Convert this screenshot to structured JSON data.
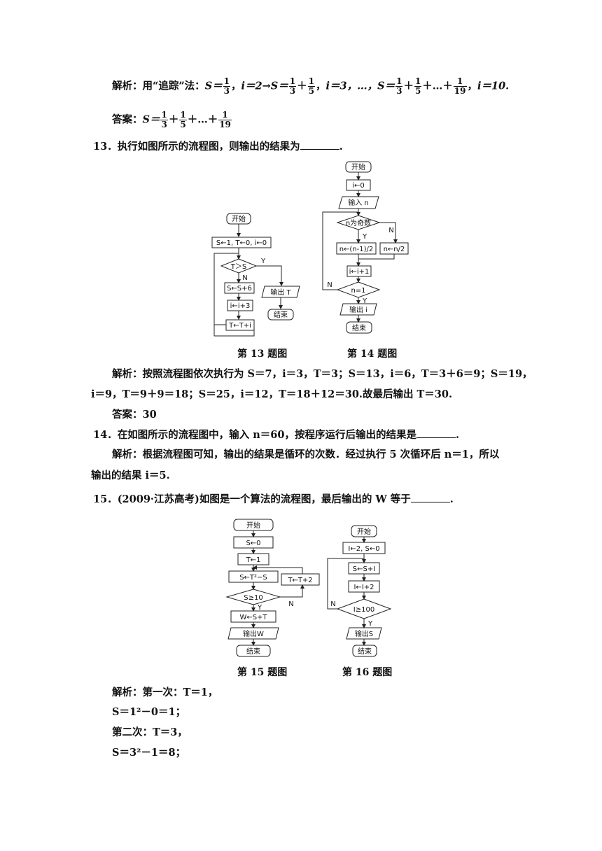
{
  "p12": {
    "label": "解析：",
    "method": "用“追踪”法：",
    "s_eq": "S＝",
    "one": "1",
    "three": "3",
    "five": "5",
    "nineteen": "19",
    "i2": "i＝2→",
    "i3": "i＝3，…，",
    "i10": "i＝10.",
    "plus": "＋",
    "plusdots": "＋…＋",
    "comma": "，",
    "ans_label": "答案：",
    "ans_s": "S＝"
  },
  "q13": {
    "num": "13．",
    "text": "执行如图所示的流程图，则输出的结果为",
    "end": "."
  },
  "fig13": {
    "start": "开始",
    "init": "S←1, T←0, i←0",
    "cond": "T＞S",
    "yes": "Y",
    "no": "N",
    "s1": "S←S+6",
    "s2": "i←i+3",
    "s3": "T←T+i",
    "out": "输出 T",
    "end": "结束",
    "caption": "第 13 题图"
  },
  "fig14": {
    "start": "开始",
    "init": "i←0",
    "input": "输入 n",
    "cond": "n为奇数",
    "yes": "Y",
    "no": "N",
    "odd": "n←(n-1)/2",
    "even": "n←n/2",
    "inc": "i←i+1",
    "cond2": "n=1",
    "yes2": "Y",
    "no2": "N",
    "out": "输出 i",
    "end": "结束",
    "caption": "第 14 题图"
  },
  "sol13": {
    "label": "解析：",
    "line1": "按照流程图依次执行为 S＝7，i＝3，T＝3；S＝13，i＝6，T＝3＋6＝9；S＝19，",
    "line2": "i＝9，T＝9＋9＝18；S＝25，i＝12，T＝18＋12＝30.故最后输出 T＝30.",
    "ans_label": "答案：",
    "ans": "30"
  },
  "q14": {
    "num": "14．",
    "text": "在如图所示的流程图中，输入 n＝60，按程序运行后输出的结果是",
    "end": ".",
    "sol_label": "解析：",
    "sol1": "根据流程图可知，输出的结果是循环的次数．经过执行 5 次循环后 n＝1，所以",
    "sol2": "输出的结果 i＝5."
  },
  "q15": {
    "num": "15．",
    "src": "(2009·江苏高考)",
    "text": "如图是一个算法的流程图，最后输出的 W 等于",
    "end": "."
  },
  "fig15": {
    "start": "开始",
    "s0": "S←0",
    "t1": "T←1",
    "st": "S←T²−S",
    "tt": "T←T+2",
    "cond": "S≥10",
    "yes": "Y",
    "no": "N",
    "w": "W←S+T",
    "out": "输出W",
    "end": "结束",
    "caption": "第 15 题图"
  },
  "fig16": {
    "start": "开始",
    "init": "I←2, S←0",
    "s1": "S←S+I",
    "s2": "I←I+2",
    "cond": "I≥100",
    "yes": "Y",
    "no": "N",
    "out": "输出S",
    "end": "结束",
    "caption": "第 16 题图"
  },
  "sol15": {
    "label": "解析：",
    "first": "第一次：T＝1，",
    "first_s": "S＝1²－0＝1；",
    "second": "第二次：T＝3，",
    "second_s": "S＝3²－1＝8；"
  }
}
